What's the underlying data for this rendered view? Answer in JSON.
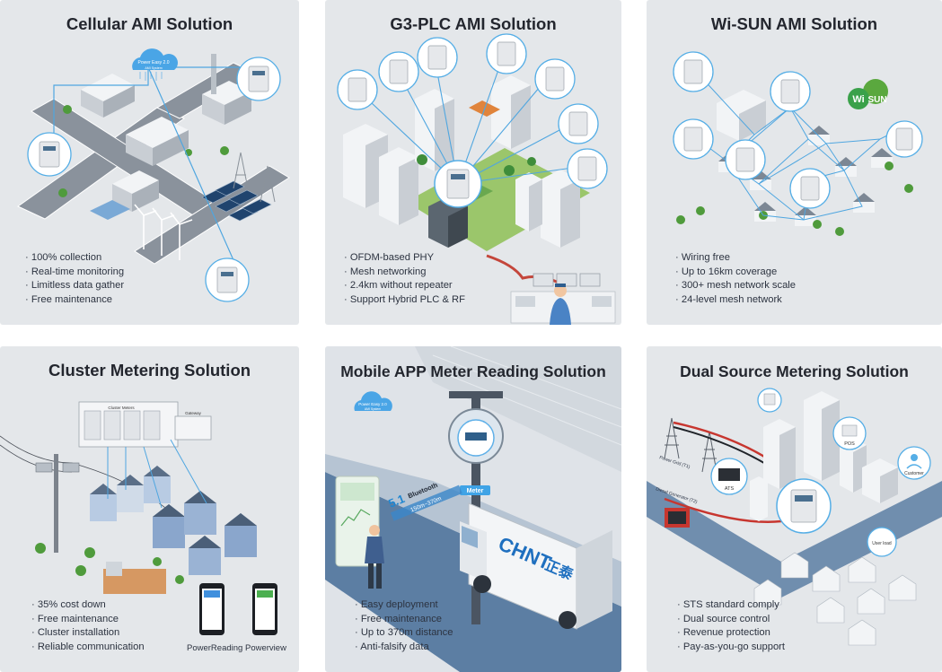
{
  "panels": [
    {
      "title": "Cellular AMI Solution",
      "bullets": [
        "100% collection",
        "Real-time monitoring",
        "Limitless data gather",
        "Free maintenance"
      ],
      "cloud_label": "Power Easy 2.0",
      "cloud_sub": "AMI System"
    },
    {
      "title": "G3-PLC AMI Solution",
      "bullets": [
        "OFDM-based PHY",
        "Mesh networking",
        "2.4km without repeater",
        "Support Hybrid PLC & RF"
      ]
    },
    {
      "title": "Wi-SUN AMI Solution",
      "bullets": [
        "Wiring free",
        "Up to 16km coverage",
        "300+ mesh network scale",
        "24-level mesh network"
      ],
      "badge_wi": "Wi",
      "badge_sun": "SUN"
    },
    {
      "title": "Cluster Metering Solution",
      "bullets": [
        "35% cost down",
        "Free maintenance",
        "Cluster installation",
        "Reliable communication"
      ],
      "meters_label": "Cluster Meters",
      "gateway_label": "Gateway",
      "app1": "PowerReading",
      "app2": "Powerview"
    },
    {
      "title": "Mobile APP Meter Reading Solution",
      "bullets": [
        "Easy deployment",
        "Free maintenance",
        "Up to 370m distance",
        "Anti-falsify data"
      ],
      "bluetooth_version": "5.1",
      "bluetooth_label": "Bluetooth",
      "distance": "150m~370m",
      "meter_tag": "Meter",
      "truck_brand": "CHNT",
      "truck_brand_cn": "正泰",
      "cloud_label": "Power Easy 2.0",
      "cloud_sub": "AMI System"
    },
    {
      "title": "Dual Source Metering Solution",
      "bullets": [
        "STS standard comply",
        "Dual source control",
        "Revenue protection",
        "Pay-as-you-go support"
      ],
      "grid_label": "Power Grid (T1)",
      "diesel_label": "Diesel Generator (T2)",
      "ats_label": "ATS",
      "pos_label": "POS",
      "customer_label": "Customer",
      "user_load_label": "User load"
    }
  ]
}
